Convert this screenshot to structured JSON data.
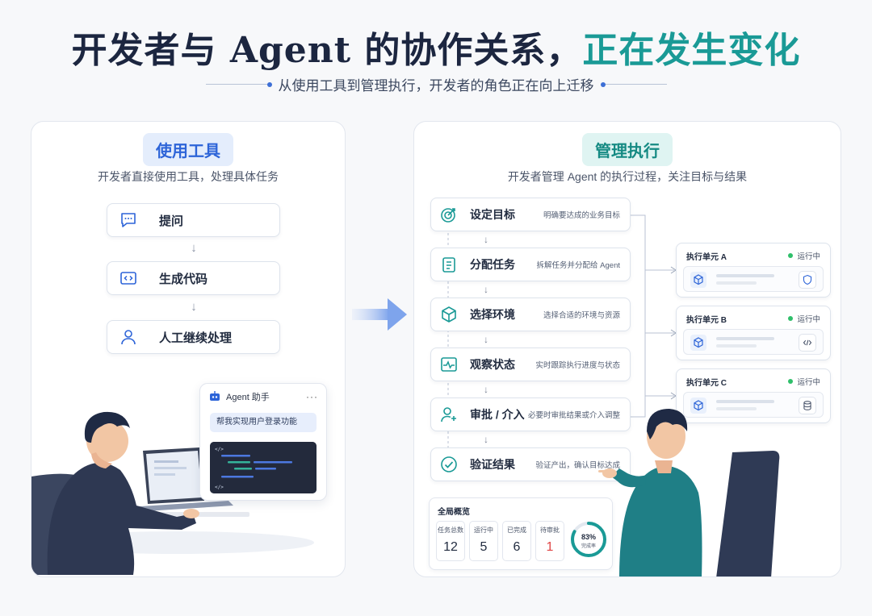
{
  "header": {
    "title_main": "开发者与 Agent 的协作关系，",
    "title_accent": "正在发生变化",
    "subtitle": "从使用工具到管理执行，开发者的角色正在向上迁移"
  },
  "left_panel": {
    "badge": "使用工具",
    "desc": "开发者直接使用工具，处理具体任务",
    "steps": [
      {
        "label": "提问",
        "icon": "chat-icon"
      },
      {
        "label": "生成代码",
        "icon": "code-icon"
      },
      {
        "label": "人工继续处理",
        "icon": "user-icon"
      }
    ],
    "agent_card": {
      "title": "Agent 助手",
      "menu": "···",
      "message": "帮我实现用户登录功能"
    }
  },
  "right_panel": {
    "badge": "管理执行",
    "desc": "开发者管理 Agent 的执行过程，关注目标与结果",
    "steps": [
      {
        "label": "设定目标",
        "desc": "明确要达成的业务目标",
        "icon": "target-icon"
      },
      {
        "label": "分配任务",
        "desc": "拆解任务并分配给 Agent",
        "icon": "clipboard-icon"
      },
      {
        "label": "选择环境",
        "desc": "选择合适的环境与资源",
        "icon": "cube-icon"
      },
      {
        "label": "观察状态",
        "desc": "实时跟踪执行进度与状态",
        "icon": "pulse-icon"
      },
      {
        "label": "审批 / 介入",
        "desc": "必要时审批结果或介入调整",
        "icon": "user-add-icon"
      },
      {
        "label": "验证结果",
        "desc": "验证产出，确认目标达成",
        "icon": "check-circle-icon"
      }
    ],
    "units": [
      {
        "name": "执行单元 A",
        "status": "运行中",
        "icon": "shield-icon"
      },
      {
        "name": "执行单元 B",
        "status": "运行中",
        "icon": "code-icon"
      },
      {
        "name": "执行单元 C",
        "status": "运行中",
        "icon": "database-icon"
      }
    ],
    "overview": {
      "title": "全局概览",
      "stats": [
        {
          "label": "任务总数",
          "value": "12"
        },
        {
          "label": "运行中",
          "value": "5"
        },
        {
          "label": "已完成",
          "value": "6"
        },
        {
          "label": "待审批",
          "value": "1"
        }
      ],
      "completion_value": "83%",
      "completion_label": "完成率",
      "completion_fraction": 0.83
    }
  },
  "colors": {
    "accent_teal": "#1a9a96",
    "accent_blue": "#2d64d8",
    "status_green": "#2fbf6a",
    "alert_red": "#e04545"
  }
}
